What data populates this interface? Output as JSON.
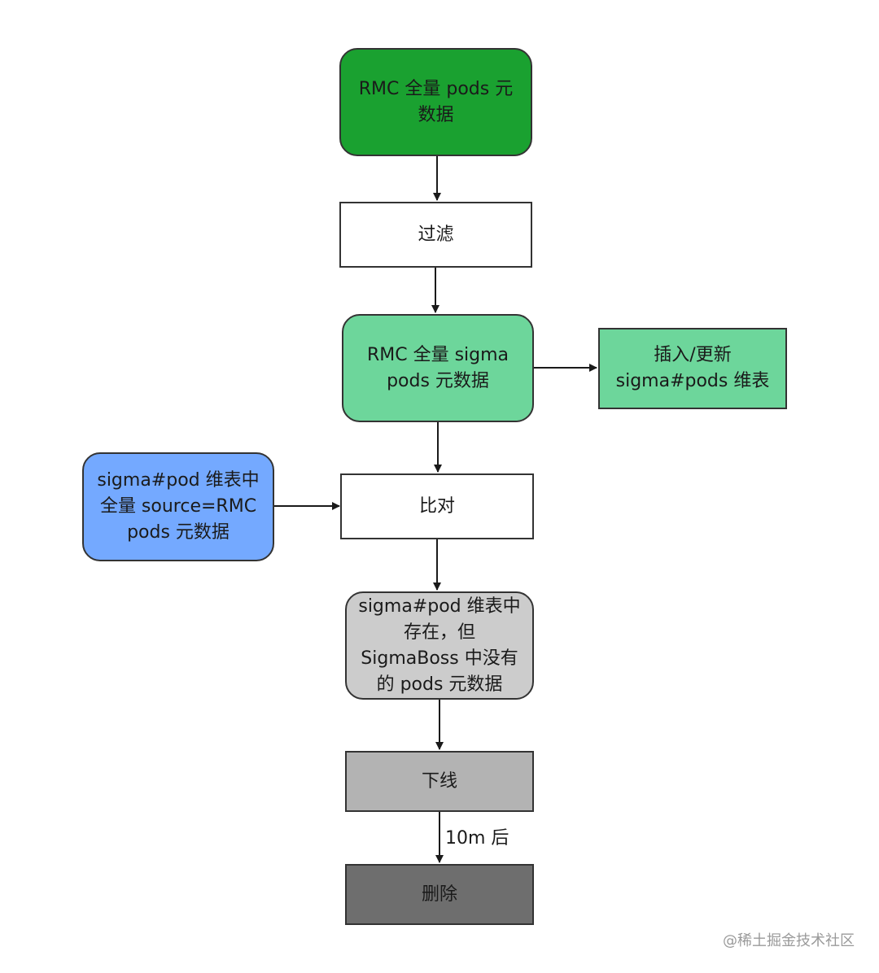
{
  "nodes": {
    "rmc_all_pods": {
      "label": "RMC 全量 pods 元\n数据",
      "fill": "#1aa130"
    },
    "filter": {
      "label": "过滤",
      "fill": "#ffffff"
    },
    "rmc_sigma_pods": {
      "label": "RMC 全量 sigma\npods 元数据",
      "fill": "#6dd69b"
    },
    "insert_update": {
      "label": "插入/更新\nsigma#pods 维表",
      "fill": "#6dd69b"
    },
    "sigma_pod_rmc": {
      "label": "sigma#pod 维表中\n全量 source=RMC\npods 元数据",
      "fill": "#74a9ff"
    },
    "compare": {
      "label": "比对",
      "fill": "#ffffff"
    },
    "exists_not_in_boss": {
      "label": "sigma#pod 维表中\n存在，但\nSigmaBoss 中没有\n的 pods 元数据",
      "fill": "#cccccc"
    },
    "offline": {
      "label": "下线",
      "fill": "#b3b3b3"
    },
    "delete": {
      "label": "删除",
      "fill": "#6e6e6e"
    }
  },
  "edges": {
    "offline_to_delete_label": "10m 后"
  },
  "watermark": "@稀土掘金技术社区"
}
